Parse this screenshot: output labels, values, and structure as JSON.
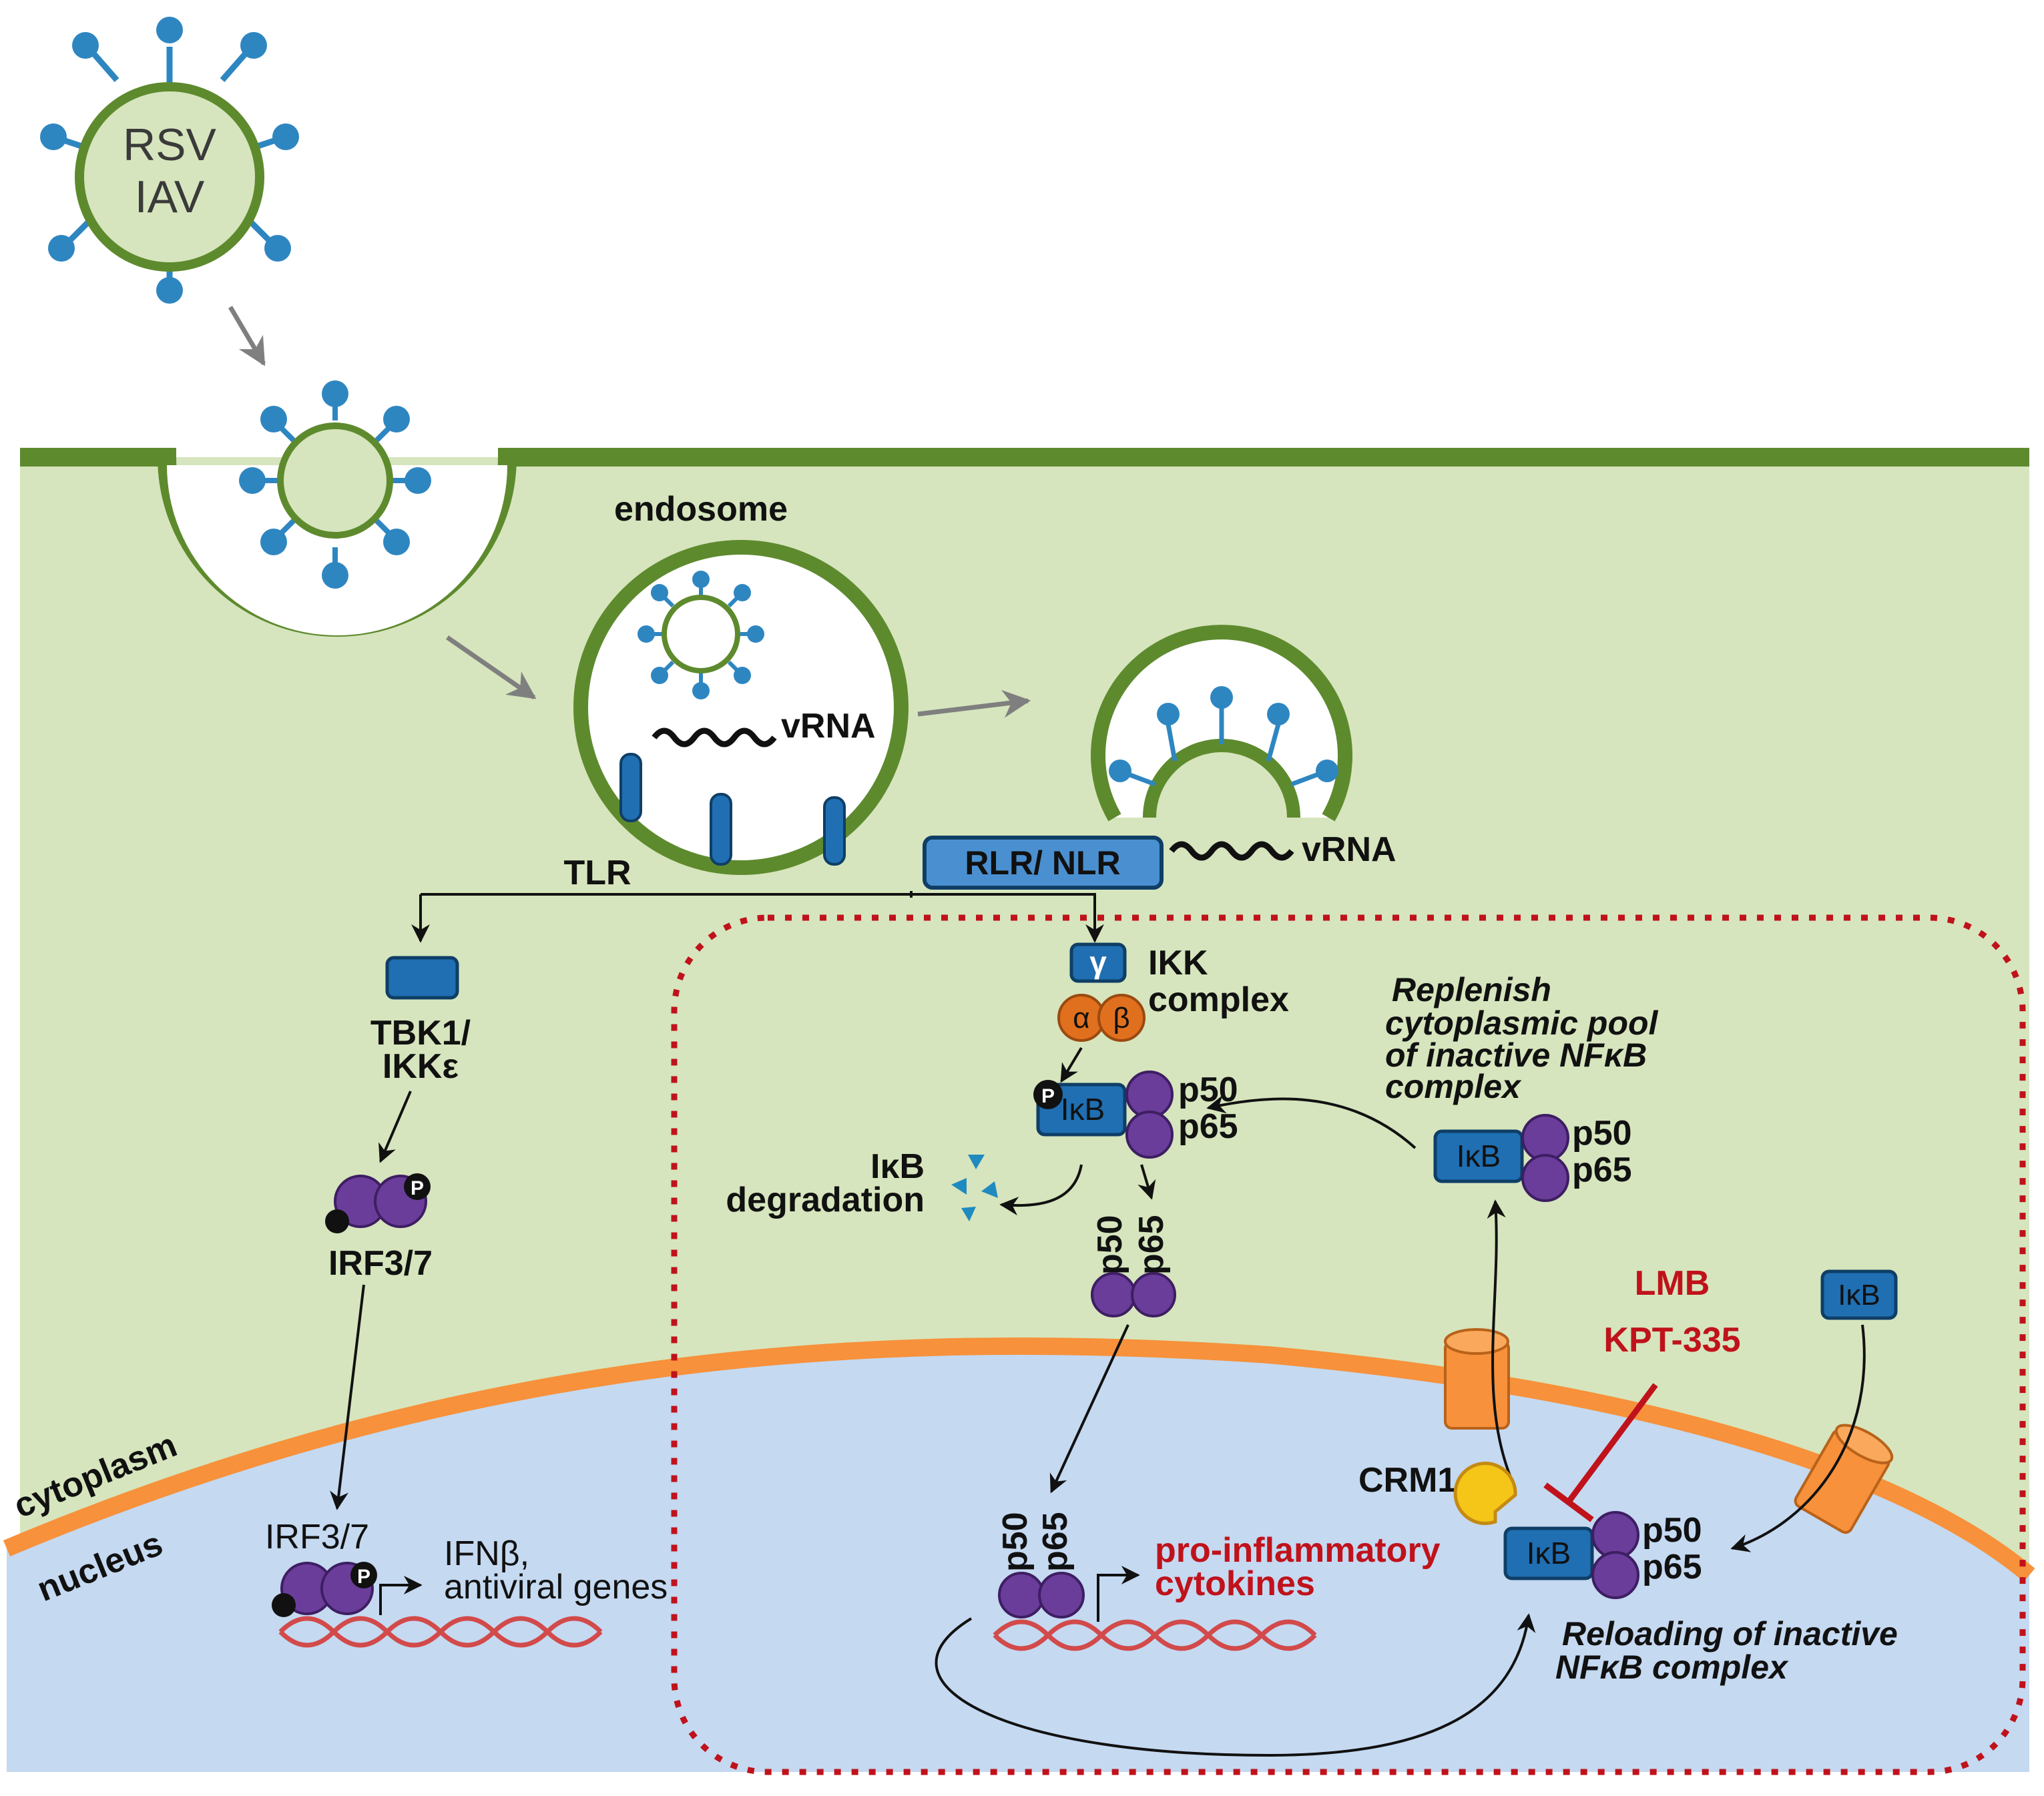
{
  "virus": {
    "line1": "RSV",
    "line2": "IAV"
  },
  "labels": {
    "endosome": "endosome",
    "vrna_endosome": "vRNA",
    "vrna_cytosol": "vRNA",
    "tlr": "TLR",
    "rlr_nlr": "RLR/ NLR",
    "tbk1_line1": "TBK1/",
    "tbk1_line2": "IKKε",
    "irf_cyto": "IRF3/7",
    "irf_nuc": "IRF3/7",
    "ifn_line1": "IFNβ,",
    "ifn_line2": "antiviral  genes",
    "ikk_line1": "IKK",
    "ikk_line2": "complex",
    "gamma": "γ",
    "alpha": "α",
    "beta": "β",
    "phospho": "P",
    "ikb": "IκB",
    "p50": "p50",
    "p65": "p65",
    "ikb_deg_line1": "IκB",
    "ikb_deg_line2": "degradation",
    "replenish_line1": "Replenish",
    "replenish_line2": "cytoplasmic  pool",
    "replenish_line3": "of inactive  NFκB",
    "replenish_line4": "complex",
    "lmb": "LMB",
    "kpt": "KPT-335",
    "crm1": "CRM1",
    "cytokine_line1": "pro-inflammatory",
    "cytokine_line2": "cytokines",
    "reload_line1": "Reloading  of inactive",
    "reload_line2": "NFκB complex",
    "cytoplasm": "cytoplasm",
    "nucleus": "nucleus"
  },
  "colors": {
    "cytoplasm_fill": "#d6e5bd",
    "nucleus_fill": "#c5d9f1",
    "membrane": "#5e8a2e",
    "nuclear_envelope": "#f7913b",
    "virus_spike": "#2e86c1",
    "protein_blue": "#1f6fb2",
    "protein_purple": "#6a3d9a",
    "ikk_orange": "#e0701e",
    "crm1_yellow": "#f5c518",
    "inhibitor_red": "#c0121b",
    "dna_red": "#d24a4a",
    "dashed_border": "#c0121b"
  }
}
